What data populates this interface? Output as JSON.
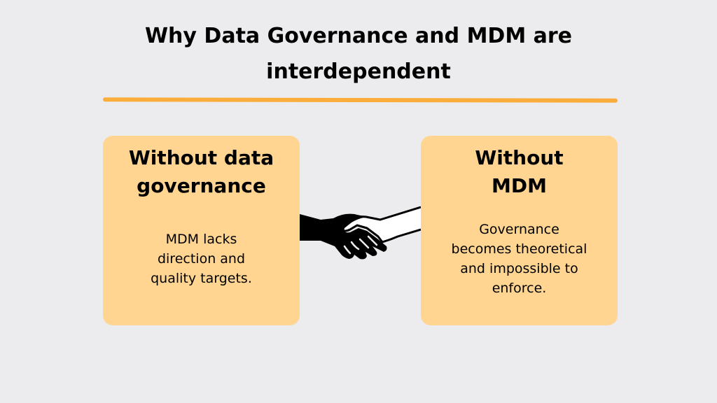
{
  "title": {
    "line1": "Why Data Governance and MDM are",
    "line2": "interdependent"
  },
  "colors": {
    "background": "#ececee",
    "divider": "#fbad3b",
    "card": "#ffd591",
    "text": "#000000"
  },
  "cards": [
    {
      "heading": [
        "Without data",
        "governance"
      ],
      "body": [
        "MDM lacks",
        "direction and",
        "quality targets."
      ]
    },
    {
      "heading": [
        "Without",
        "MDM"
      ],
      "body": [
        "Governance",
        "becomes theoretical",
        "and impossible to",
        "enforce."
      ]
    }
  ],
  "illustration": {
    "icon": "handshake-icon"
  }
}
